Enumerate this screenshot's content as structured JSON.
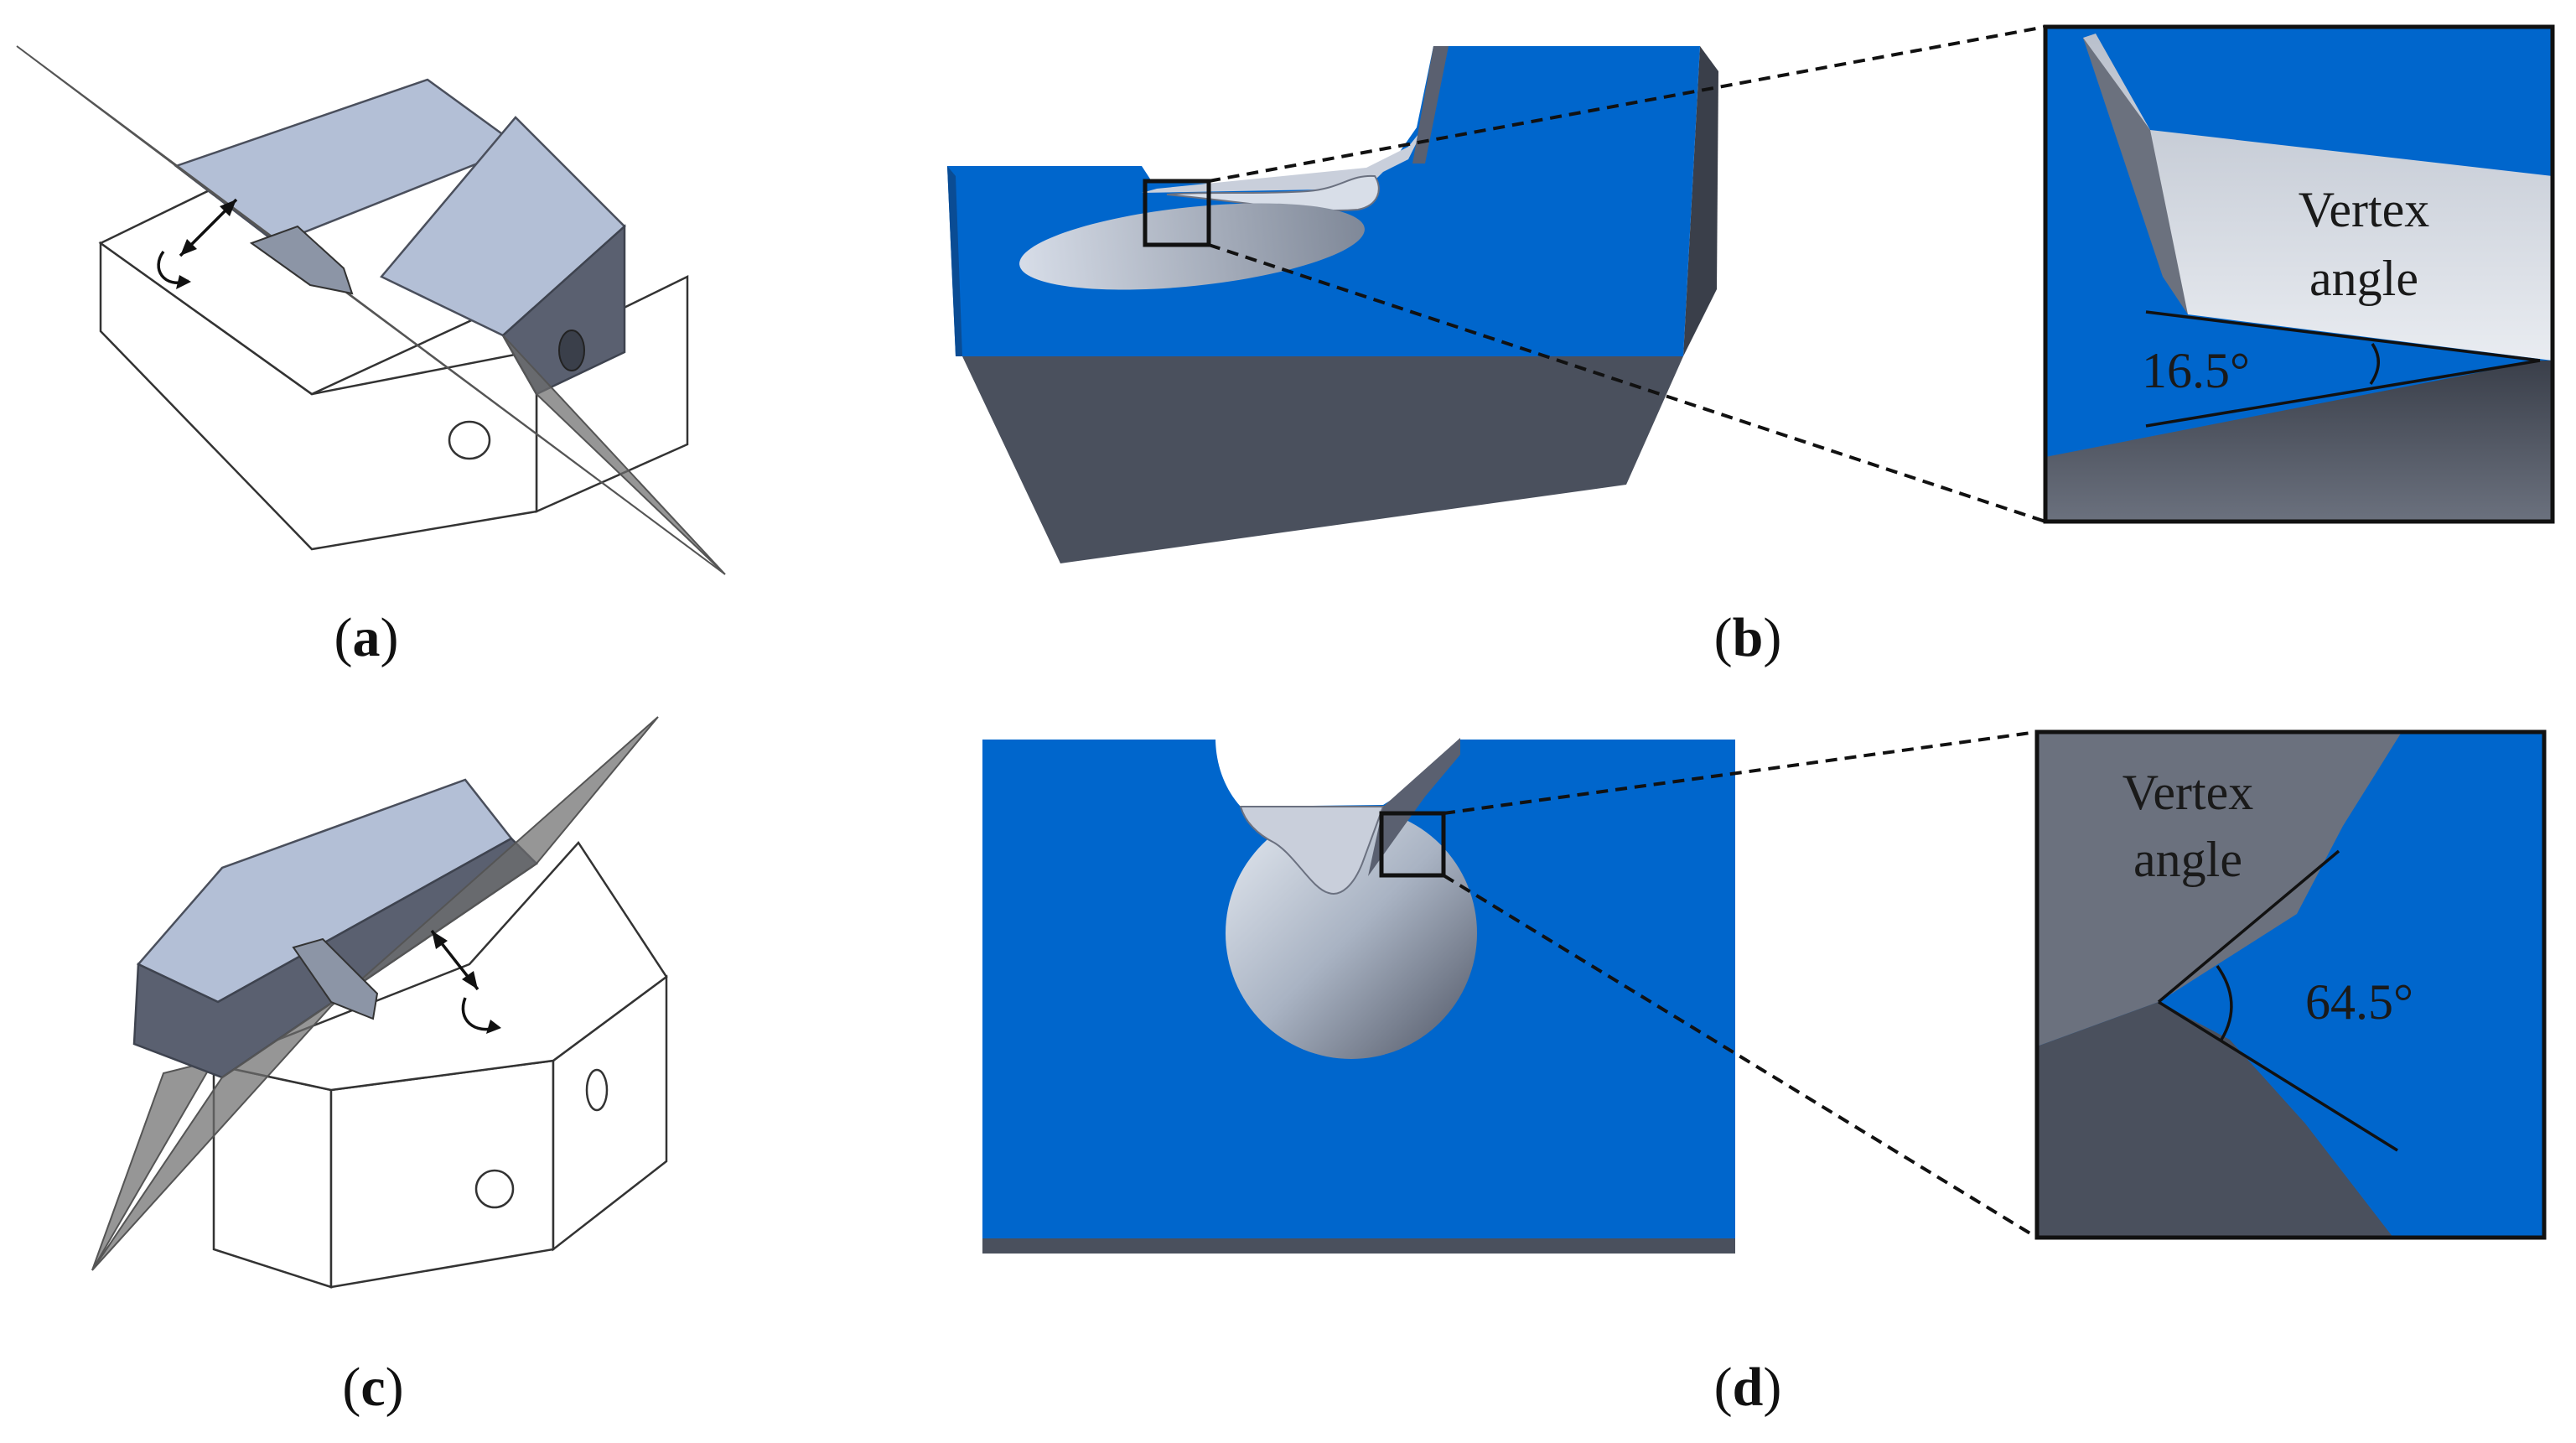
{
  "panels": {
    "a": {
      "label_open": "(",
      "label_letter": "a",
      "label_close": ")"
    },
    "b": {
      "label_open": "(",
      "label_letter": "b",
      "label_close": ")",
      "zoom_label_line1": "Vertex",
      "zoom_label_line2": "angle",
      "angle": "16.5°"
    },
    "c": {
      "label_open": "(",
      "label_letter": "c",
      "label_close": ")"
    },
    "d": {
      "label_open": "(",
      "label_letter": "d",
      "label_close": ")",
      "zoom_label_line1": "Vertex",
      "zoom_label_line2": "angle",
      "angle": "64.5°"
    }
  },
  "colors": {
    "section_blue": "#0066cc",
    "section_dark": "#4a505d",
    "face_light": "#b3bfd6",
    "cut_plane": "#6e6e6e"
  }
}
